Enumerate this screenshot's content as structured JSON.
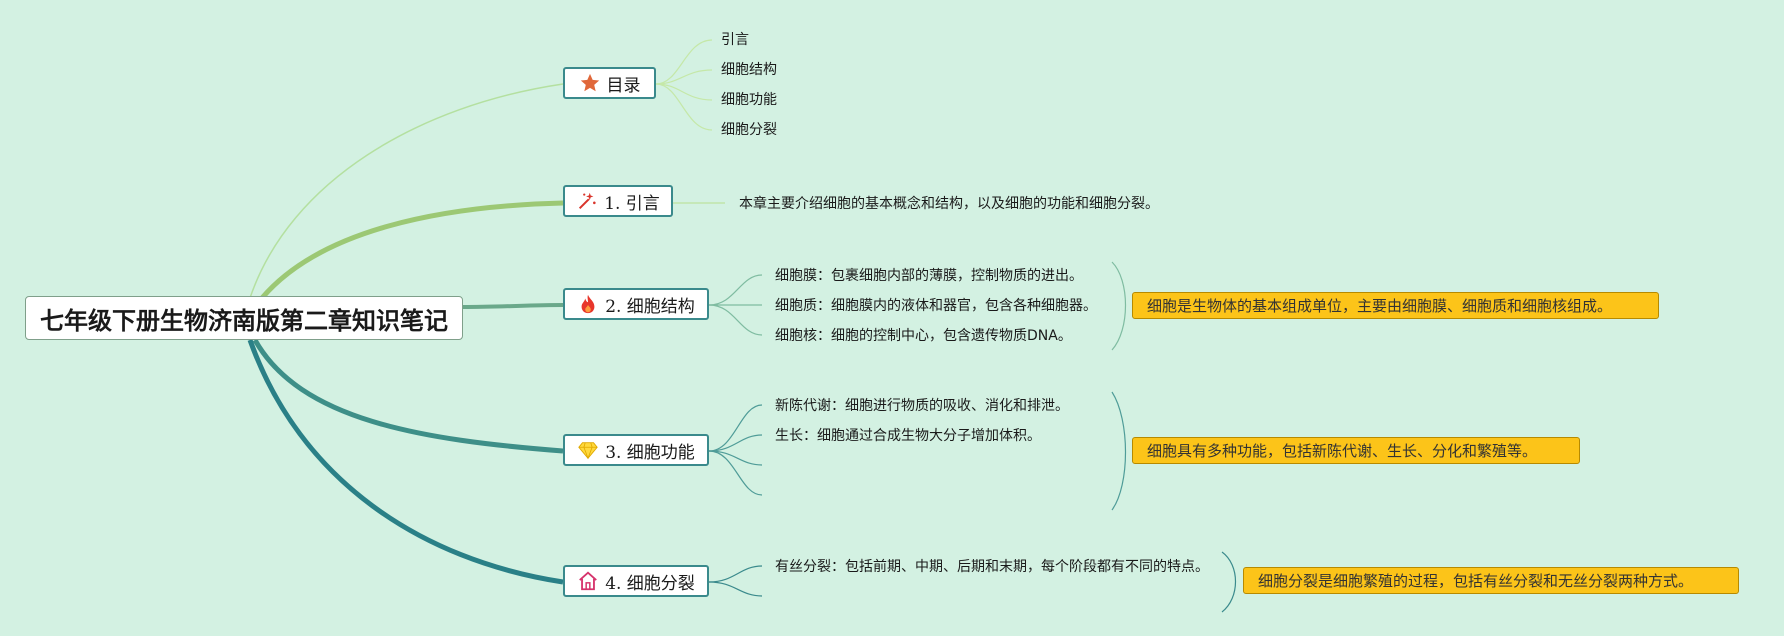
{
  "root": {
    "title": "七年级下册生物济南版第二章知识笔记"
  },
  "branches": [
    {
      "id": "toc",
      "label": "目录",
      "icon": "star-icon",
      "children": [
        "引言",
        "细胞结构",
        "细胞功能",
        "细胞分裂"
      ]
    },
    {
      "id": "intro",
      "label": "1. 引言",
      "icon": "magic-wand-icon",
      "children": [
        "本章主要介绍细胞的基本概念和结构，以及细胞的功能和细胞分裂。"
      ]
    },
    {
      "id": "structure",
      "label": "2. 细胞结构",
      "icon": "fire-icon",
      "children": [
        "细胞膜：包裹细胞内部的薄膜，控制物质的进出。",
        "细胞质：细胞膜内的液体和器官，包含各种细胞器。",
        "细胞核：细胞的控制中心，包含遗传物质DNA。"
      ],
      "summary": "细胞是生物体的基本组成单位，主要由细胞膜、细胞质和细胞核组成。"
    },
    {
      "id": "function",
      "label": "3. 细胞功能",
      "icon": "diamond-icon",
      "children": [
        "新陈代谢：细胞进行物质的吸收、消化和排泄。",
        "生长：细胞通过合成生物大分子增加体积。",
        "",
        ""
      ],
      "summary": "细胞具有多种功能，包括新陈代谢、生长、分化和繁殖等。"
    },
    {
      "id": "division",
      "label": "4. 细胞分裂",
      "icon": "house-icon",
      "children": [
        "有丝分裂：包括前期、中期、后期和末期，每个阶段都有不同的特点。",
        ""
      ],
      "summary": "细胞分裂是细胞繁殖的过程，包括有丝分裂和无丝分裂两种方式。"
    }
  ],
  "colors": {
    "background": "#d3f1e2",
    "summary_fill": "#fcc419",
    "node_border": "#3a8a8c"
  }
}
